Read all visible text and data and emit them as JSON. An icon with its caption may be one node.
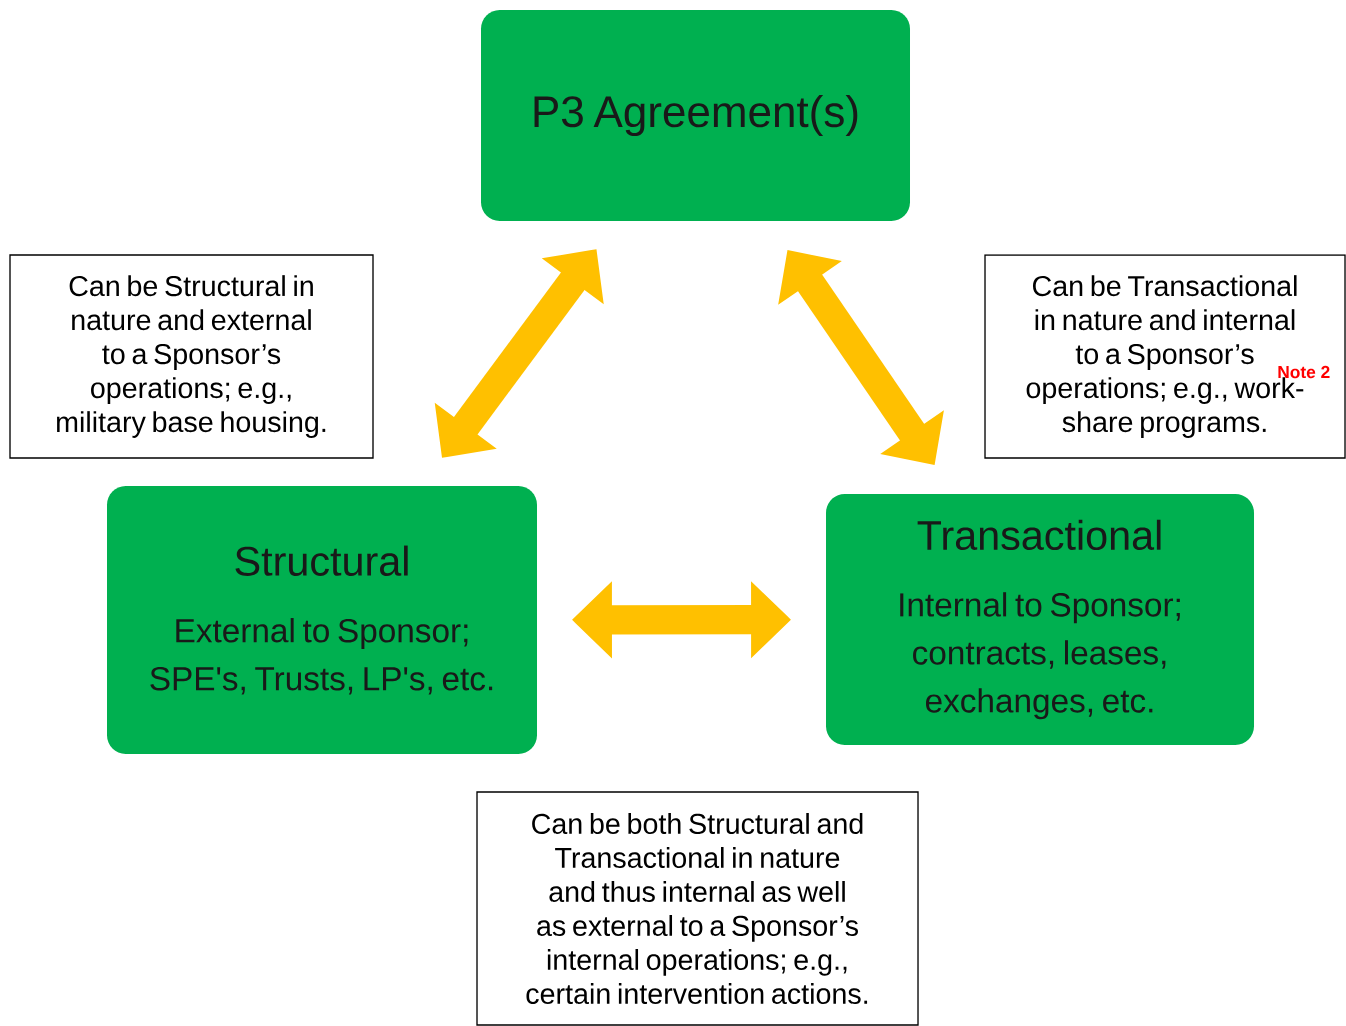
{
  "diagram": {
    "nodes": [
      {
        "text": [
          "P3 Agreement(s)"
        ]
      },
      {
        "text": [
          "Can be Structural in nature and external to a Sponsor’s operations; e.g., military base housing."
        ]
      },
      {
        "text": [
          "Can be Transactional in nature and internal to a Sponsor’s operations; e.g., work-share programs.",
          "Note 2"
        ]
      },
      {
        "text": [
          "Structural",
          "External to Sponsor; SPE's, Trusts, LP's, etc."
        ]
      },
      {
        "text": [
          "Transactional",
          "Internal to Sponsor; contracts, leases, exchanges, etc."
        ]
      },
      {
        "text": [
          "Can be both Structural and Transactional in nature and thus internal as well as external to a Sponsor’s internal operations; e.g., certain intervention actions."
        ]
      }
    ],
    "edges": [
      {
        "from": 0,
        "to": 3,
        "arrow": "both"
      },
      {
        "from": 0,
        "to": 4,
        "arrow": "both"
      },
      {
        "from": 3,
        "to": 4,
        "arrow": "both"
      }
    ]
  }
}
